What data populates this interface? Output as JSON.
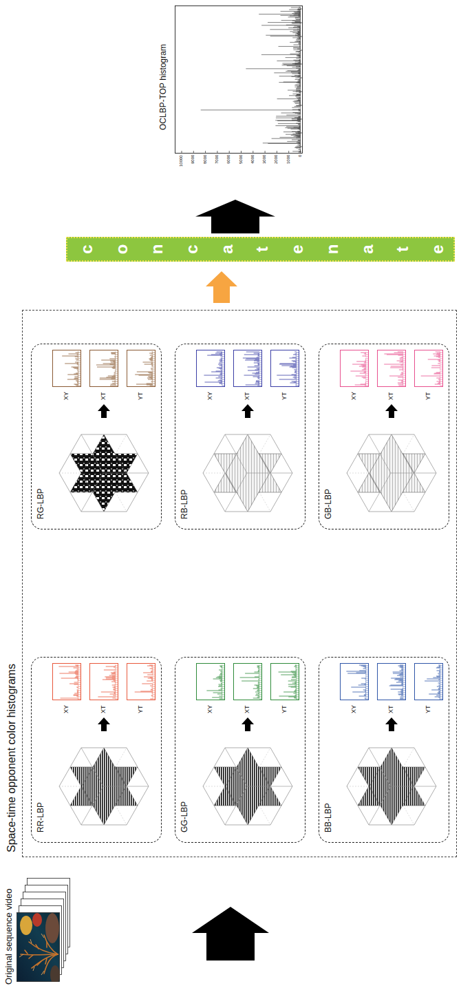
{
  "diagram": {
    "nodes": [
      {
        "text": [
          "Original sequence video"
        ]
      },
      {
        "text": [
          "Space-time opponent color histograms"
        ]
      },
      {
        "text": [
          "RR-LBP",
          "XY",
          "XT",
          "YT"
        ],
        "in": 1
      },
      {
        "text": [
          "RG-LBP",
          "XY",
          "XT",
          "YT"
        ],
        "in": 1
      },
      {
        "text": [
          "GG-LBP",
          "XY",
          "XT",
          "YT"
        ],
        "in": 1
      },
      {
        "text": [
          "RB-LBP",
          "XY",
          "XT",
          "YT"
        ],
        "in": 1
      },
      {
        "text": [
          "BB-LBP",
          "XY",
          "XT",
          "YT"
        ],
        "in": 1
      },
      {
        "text": [
          "GB-LBP",
          "XY",
          "XT",
          "YT"
        ],
        "in": 1
      },
      {
        "text": [
          "concatenate"
        ]
      },
      {
        "text": [
          "OCLBP-TOP histogram"
        ]
      }
    ],
    "edges": [
      {
        "from": 0,
        "to": 1,
        "arrow": "to"
      },
      {
        "from": 1,
        "to": 8,
        "arrow": "to"
      },
      {
        "from": 8,
        "to": 9,
        "arrow": "to"
      }
    ],
    "labels": [
      "0",
      "1000",
      "2000",
      "3000",
      "4000",
      "5000",
      "6000",
      "7000",
      "8000",
      "9000",
      "10000"
    ]
  }
}
